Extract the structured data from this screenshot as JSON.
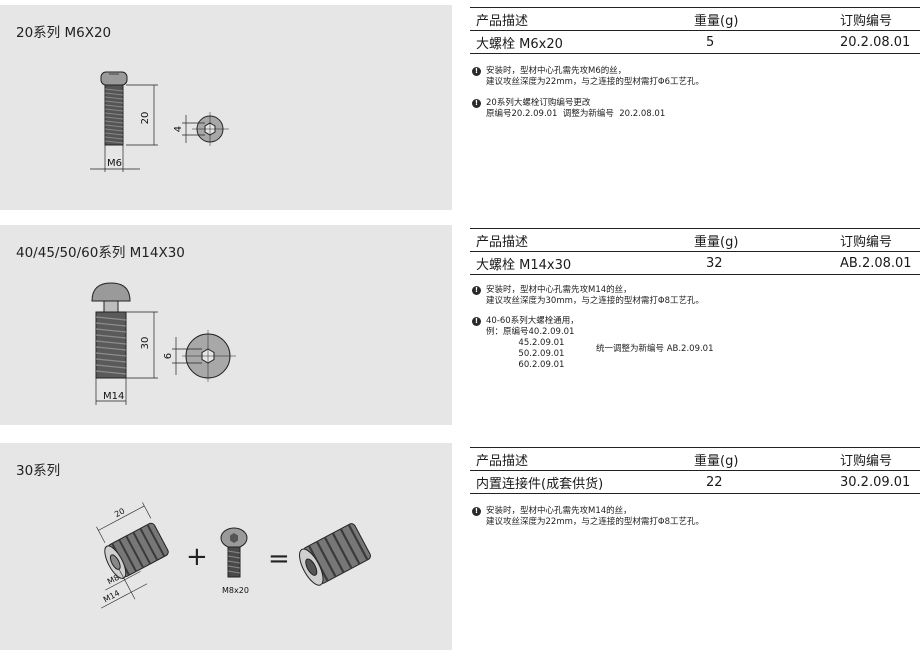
{
  "table_headers": {
    "description": "产品描述",
    "weight": "重量(g)",
    "order": "订购编号"
  },
  "products": [
    {
      "title": "20系列  M6X20",
      "name": "大螺栓  M6x20",
      "weight": "5",
      "order": "20.2.08.01",
      "drawing_labels": {
        "length": "20",
        "hex": "4",
        "thread": "M6"
      },
      "notes": [
        [
          "安装时，型材中心孔需先攻M6的丝，",
          "建议攻丝深度为22mm，与之连接的型材需打Φ6工艺孔。"
        ],
        [
          "20系列大螺栓订购编号更改",
          "原编号20.2.09.01  调整为新编号  20.2.08.01"
        ]
      ]
    },
    {
      "title": "40/45/50/60系列  M14X30",
      "name": "大螺栓  M14x30",
      "weight": "32",
      "order": "AB.2.08.01",
      "drawing_labels": {
        "length": "30",
        "hex": "6",
        "thread": "M14"
      },
      "notes": [
        [
          "安装时，型材中心孔需先攻M14的丝，",
          "建议攻丝深度为30mm，与之连接的型材需打Φ8工艺孔。"
        ],
        [
          "40-60系列大螺栓通用，",
          "例：原编号40.2.09.01",
          "            45.2.09.01",
          "            50.2.09.01",
          "            60.2.09.01"
        ]
      ],
      "note_merge": "统一调整为新编号  AB.2.09.01"
    },
    {
      "title": "30系列",
      "name": "内置连接件(成套供货)",
      "weight": "22",
      "order": "30.2.09.01",
      "drawing_labels": {
        "length": "20",
        "inner": "M8",
        "outer": "M14",
        "screw": "M8x20",
        "plus": "+",
        "equals": "="
      },
      "notes": [
        [
          "安装时，型材中心孔需先攻M14的丝，",
          "建议攻丝深度为22mm，与之连接的型材需打Φ8工艺孔。"
        ]
      ]
    }
  ]
}
